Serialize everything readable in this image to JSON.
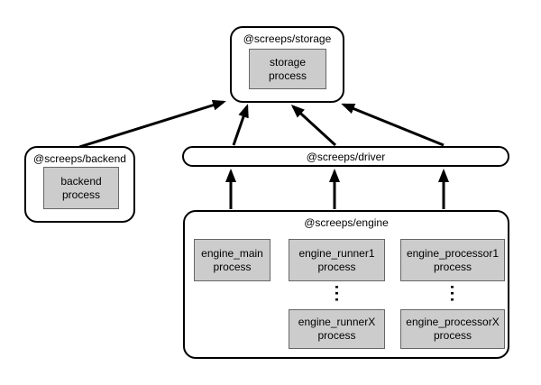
{
  "nodes": {
    "storage": {
      "title": "@screeps/storage",
      "process": "storage\nprocess"
    },
    "backend": {
      "title": "@screeps/backend",
      "process": "backend\nprocess"
    },
    "driver": {
      "title": "@screeps/driver"
    },
    "engine": {
      "title": "@screeps/engine",
      "main": "engine_main\nprocess",
      "runner1": "engine_runner1\nprocess",
      "runnerX": "engine_runnerX\nprocess",
      "processor1": "engine_processor1\nprocess",
      "processorX": "engine_processorX\nprocess"
    }
  },
  "icons": {
    "vertical_ellipsis": "vertical-dots"
  },
  "edges": [
    {
      "from": "backend",
      "to": "storage"
    },
    {
      "from": "driver",
      "to": "storage"
    },
    {
      "from": "driver",
      "to": "storage"
    },
    {
      "from": "driver",
      "to": "storage"
    },
    {
      "from": "engine",
      "to": "driver"
    },
    {
      "from": "engine",
      "to": "driver"
    },
    {
      "from": "engine",
      "to": "driver"
    }
  ],
  "colors": {
    "background": "#ffffff",
    "node_border": "#000000",
    "process_fill": "#cccccc",
    "process_border": "#666666",
    "arrow": "#000000"
  }
}
